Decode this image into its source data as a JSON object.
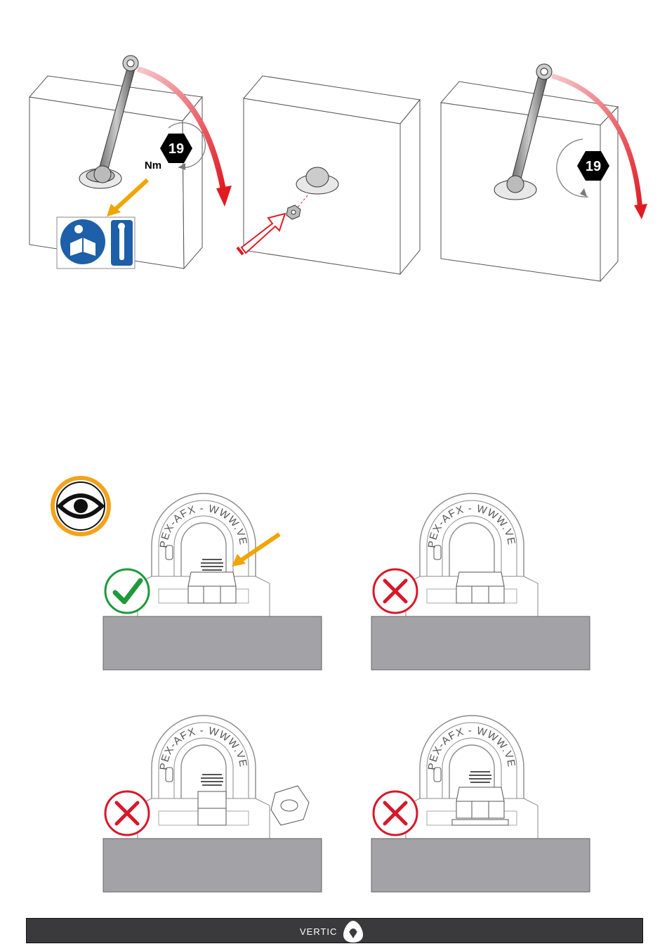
{
  "steps": {
    "step1": {
      "hex_value": "19",
      "unit_label": "Nm"
    },
    "step3": {
      "hex_value": "19"
    }
  },
  "inspection": {
    "ring_text": "PEX-AFX - WWW.VERTIC.FR"
  },
  "footer": {
    "brand": "VERTIC"
  },
  "colors": {
    "arrow_red": "#e11b22",
    "arrow_orange": "#f0a500",
    "ok_green": "#1e9a3b",
    "bad_red": "#d7182a",
    "info_blue": "#1d5fa8",
    "eye_orange": "#f3a21d",
    "surface_gray": "#a3a3a7",
    "footer_bg": "#3a3a3c"
  }
}
